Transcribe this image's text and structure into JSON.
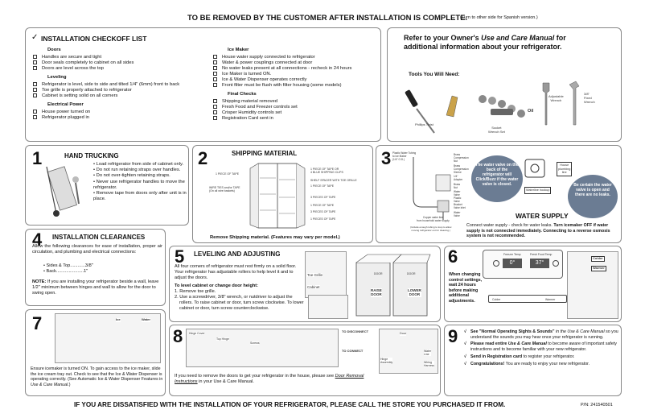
{
  "header": {
    "title": "TO BE REMOVED BY THE CUSTOMER AFTER INSTALLATION IS COMPLETE.",
    "spanish_note": "(Turn to other side for Spanish version.)"
  },
  "checkoff": {
    "title": "INSTALLATION CHECKOFF LIST",
    "doors": {
      "heading": "Doors",
      "items": [
        "Handles are secure and tight",
        "Door seals completely to cabinet on all sides",
        "Doors are level across the top"
      ]
    },
    "leveling": {
      "heading": "Leveling",
      "items": [
        "Refrigerator is level, side to side and tilted 1/4\" (6mm) front to back",
        "Toe grille is properly attached to refrigerator",
        "Cabinet is setting solid on all corners"
      ]
    },
    "electrical": {
      "heading": "Electrical Power",
      "items": [
        "House power turned on",
        "Refrigerator plugged in"
      ]
    },
    "ice_maker": {
      "heading": "Ice Maker",
      "items": [
        "House water supply connected to refrigerator",
        "Water & power couplings connected at door",
        "No water leaks present at all connections - recheck in 24 hours",
        "Ice Maker is turned ON.",
        "Ice & Water Dispenser operates correctly",
        "Front filter must be flush with filter housing (some models)"
      ]
    },
    "final": {
      "heading": "Final Checks",
      "items": [
        "Shipping material removed",
        "Fresh Food and Freezer controls set",
        "Crisper Humidity controls set",
        "Registration Card sent in"
      ]
    }
  },
  "refer": {
    "line1_pre": "Refer to your Owner's ",
    "line1_em": "Use and Care Manual",
    "line1_post": " for",
    "line2": "additional information about your refrigerator."
  },
  "tools": {
    "title": "Tools You Will Need:",
    "labels": {
      "phillips": "Phillips Twist",
      "socket": "Socket\nWrench Set",
      "oil": "Oil",
      "adjustable": "Adjustable\nWrench",
      "wrench38": "3/8\"\nFixed\nWrench"
    }
  },
  "s1": {
    "num": "1",
    "title": "HAND TRUCKING",
    "items": [
      "Load refrigerator from side of cabinet only.",
      "Do not run retaining straps over handles.",
      "Do not over-tighten retaining straps.",
      "Never use refrigerator handles to move the refrigerator.",
      "Remove tape from doors only after unit is in place."
    ]
  },
  "s2": {
    "num": "2",
    "title": "SHIPPING MATERIAL",
    "caption": "Remove Shipping material. (Features may vary per model.)",
    "left_labels": [
      "1 PIECE OF TAPE",
      "WIRE TIES and/or TAPE\n(On all wire baskets)"
    ],
    "right_labels": [
      "1 PIECE OF TAPE OR\n4 BLUE SHIPPING CLIPS",
      "SHELF SPACER WITH TOE GRILLE",
      "1 PIECE OF TAPE",
      "3 PIECES OF TAPE",
      "1 PIECE OF TAPE",
      "3 PIECES OF TAPE",
      "1 PIECES OF TAPE"
    ]
  },
  "s3": {
    "num": "3",
    "diagram_labels": [
      "Plastic Water Tubing\nto Ice Maker\n(1/4\" O.D.)",
      "Brass\nCompression\nNut",
      "Brass\nCompression\nSleeve",
      "1/4\"\nAdapter",
      "Brass\nNut",
      "Water\nValve",
      "Plastic\nValve\nBracket",
      "Valve Inlet",
      "Water\nValve",
      "Copper water line\nfrom household water supply",
      "(Include enough tubing to loop to allow\nmoving refrigerator out for cleaning.)"
    ],
    "bubble1": "The water valve on the back of the refrigerator will Click/Buzz if the water valve is closed.",
    "house_line": "House\nplumbing\nline",
    "waterline_hookup": "Waterline hookup",
    "bubble2": "Be certain the water valve is open and there are no leaks.",
    "title": "WATER SUPPLY",
    "text_plain": "Connect water supply - check for water leaks. ",
    "text_bold": "Turn icemaker OFF if water supply is not connected immediately. Connecting to a reverse osmosis system is not recommended."
  },
  "s4": {
    "num": "4",
    "title": "INSTALLATION CLEARANCES",
    "body": "Allow the following clearances for ease of installation, proper air circulation, and plumbing and electrical connections:",
    "sides": "Sides & Top............3/8\"",
    "back": "Back......................1\"",
    "note_label": "NOTE:",
    "note": "If you are installing your refrigerator beside a wall, leave 1/2\" minimum between hinges and wall to allow for the door to swing open."
  },
  "s5": {
    "num": "5",
    "title": "LEVELING AND ADJUSTING",
    "body": "All four corners of refrigerator must rest firmly on a solid floor. Your refrigerator has adjustable rollers to help level it and to adjust the doors.",
    "subtitle": "To level cabinet or change door height:",
    "steps": [
      "1. Remove toe grille.",
      "2. Use a screwdriver, 3/8\" wrench, or nutdriver to adjust the rollers. To raise cabinet or door, turn screw clockwise. To lower cabinet or door, turn screw counterclockwise."
    ],
    "toe_grille": "Toe Grille",
    "cabinet": "Cabinet",
    "raise_door": "RAISE\nDOOR",
    "lower_door": "LOWER\nDOOR",
    "door": "DOOR"
  },
  "s6": {
    "num": "6",
    "text": "When changing control settings, wait 24 hours before making additional adjustments.",
    "panel_labels": [
      "Freezer Temp",
      "Fresh Food Temp"
    ],
    "freezer_val": "0°",
    "food_val": "37°",
    "colder": "Colder",
    "warmer": "Warmer"
  },
  "s7": {
    "num": "7",
    "labels": [
      "Ice",
      "Water"
    ],
    "text_a": "Ensure icemaker is turned ON. To gain access to the ice maker, slide the ice cream tray out. Check to see that the Ice & Water Dispenser is operating correctly. (See Automatic Ice & Water Dispenser Features in ",
    "text_em": "Use & Care Manual",
    "text_b": ".)"
  },
  "s8": {
    "num": "8",
    "labels": [
      "TO DISCONNECT",
      "TO CONNECT",
      "Door",
      "Hinge\nAssembly",
      "Water\nLine",
      "Wiring\nHarness",
      "Hinge Cover",
      "Top Hinge",
      "Screws"
    ],
    "text_a": "If you need to remove the doors to get your refrigerator in the house, please see ",
    "text_em": "Door Removal Instructions",
    "text_b": " in your Use & Care Manual."
  },
  "s9": {
    "num": "9",
    "check": "√",
    "items": [
      {
        "b": "See \"Normal Operating Sights & Sounds\"",
        "i": " in the Use & Care Manual",
        "t": " so you understand the sounds you may hear once your refrigerator is running."
      },
      {
        "b": "Please read entire ",
        "i": "Use & Care Manual",
        "t": " to become aware of important safety instructions and to become familiar with your new refrigerator."
      },
      {
        "b": "Send in Registration card",
        "i": "",
        "t": " to register your refrigerator."
      },
      {
        "b": "Congratulations!",
        "i": "",
        "t": " You are ready to enjoy your new refrigerator."
      }
    ]
  },
  "footer": {
    "text": "IF YOU ARE DISSATISFIED WITH THE INSTALLATION OF YOUR REFRIGERATOR, PLEASE CALL THE STORE YOU PURCHASED IT FROM.",
    "pn": "P/N: 241540501"
  }
}
